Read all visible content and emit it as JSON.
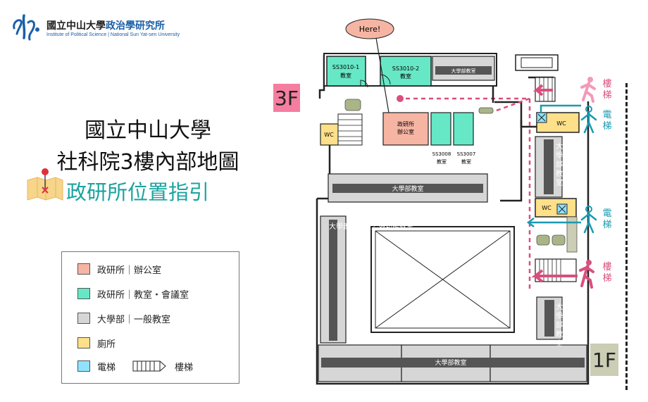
{
  "header": {
    "logo_cn_part1": "國立中山大學",
    "logo_cn_part2": "政治學研究所",
    "logo_en": "Institute of Political Science | National Sun Yat-sen University"
  },
  "title": {
    "line1": "國立中山大學",
    "line2": "社科院3樓內部地圖",
    "line3": "政研所位置指引"
  },
  "legend": [
    {
      "label": "政研所｜辦公室",
      "color": "#f6b5a3"
    },
    {
      "label": "政研所｜教室・會議室",
      "color": "#66e8c6"
    },
    {
      "label": "大學部｜一般教室",
      "color": "#d6d6d6"
    },
    {
      "label": "廁所",
      "color": "#ffe08a"
    },
    {
      "label": "電梯",
      "color": "#8fe3ff"
    }
  ],
  "legend_stairs": "樓梯",
  "floors": {
    "left": "3F",
    "right": "1F"
  },
  "map": {
    "here": "Here!",
    "ss3010_1": [
      "SS3010-1",
      "教室"
    ],
    "ss3010_2": [
      "SS3010-2",
      "教室"
    ],
    "undergrad_top": "大學部教室",
    "office": [
      "政研所",
      "辦公室"
    ],
    "wc": "WC",
    "ss3008": [
      "SS3008",
      "教室"
    ],
    "ss3007": [
      "SS3007",
      "教室"
    ],
    "undergrad_mid": "大學部教室",
    "undergrad_left": "大學部辦公室／多功能教室",
    "undergrad_right_top": "大學部教室",
    "undergrad_right_bottom": "大學部教室",
    "undergrad_bottom": "大學部教室"
  },
  "side": {
    "stairs_top": "樓梯",
    "elevator_top": "電梯",
    "elevator_mid": "電梯",
    "stairs_bottom": "樓梯"
  },
  "colors": {
    "pink": "#d94f7d",
    "teal": "#1a9ab0",
    "blue": "#1a5fa8",
    "wall": "#222222"
  }
}
